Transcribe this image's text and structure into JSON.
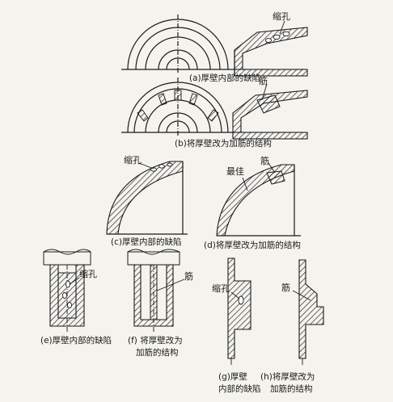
{
  "colors": {
    "ink": "#1a1a1a",
    "paper": "#f4f3ee",
    "hatch": "#2a2a2a"
  },
  "figures": {
    "a": {
      "caption": "(a)厚壁内部的缺陷",
      "label_shrink": "缩孔"
    },
    "b": {
      "caption": "(b)将厚壁改为加筋的结构",
      "label_rib": "筋"
    },
    "c": {
      "caption": "(c)厚壁内部的缺陷",
      "label_shrink": "缩孔"
    },
    "d": {
      "caption": "(d)将厚壁改为加筋的结构",
      "label_rib": "筋",
      "label_best": "最佳"
    },
    "e": {
      "caption": "(e)厚壁内部的缺陷",
      "label_shrink": "缩孔"
    },
    "f": {
      "caption_line1": "(f) 将厚壁改为",
      "caption_line2": "加筋的结构",
      "label_rib": "筋"
    },
    "g": {
      "caption_line1": "(g)厚壁",
      "caption_line2": "内部的缺陷",
      "label_shrink": "缩孔"
    },
    "h": {
      "caption_line1": "(h)将厚壁改为",
      "caption_line2": "加筋的结构",
      "label_rib": "筋"
    }
  }
}
